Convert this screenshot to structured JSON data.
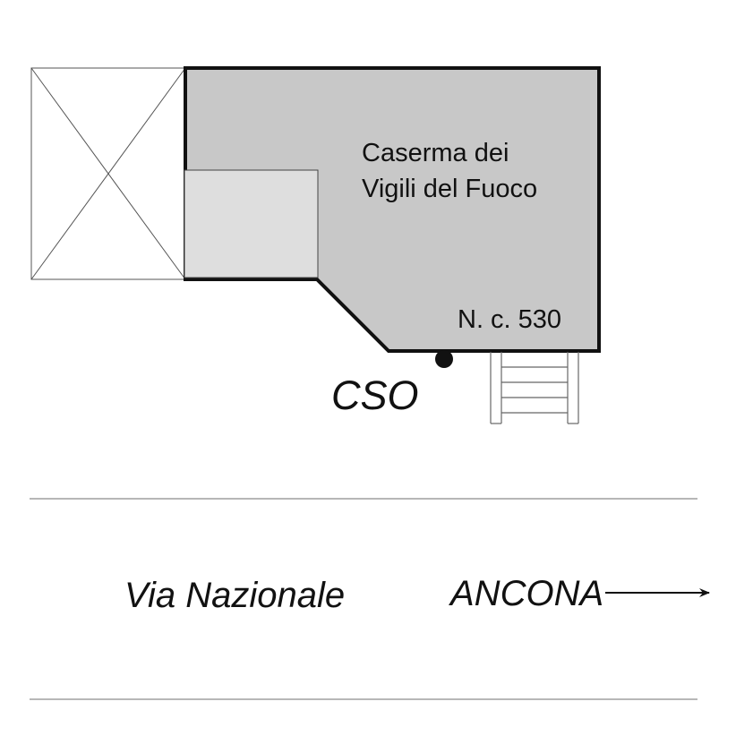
{
  "building": {
    "name_line1": "Caserma dei",
    "name_line2": "Vigili del Fuoco",
    "civic_number": "N. c. 530",
    "fill": "#c8c8c8",
    "annex_fill": "#dedede"
  },
  "marker": {
    "label": "CSO"
  },
  "road": {
    "name": "Via Nazionale",
    "destination": "ANCONA"
  },
  "colors": {
    "outline": "#111111",
    "road_edge": "#8c8c8c"
  }
}
